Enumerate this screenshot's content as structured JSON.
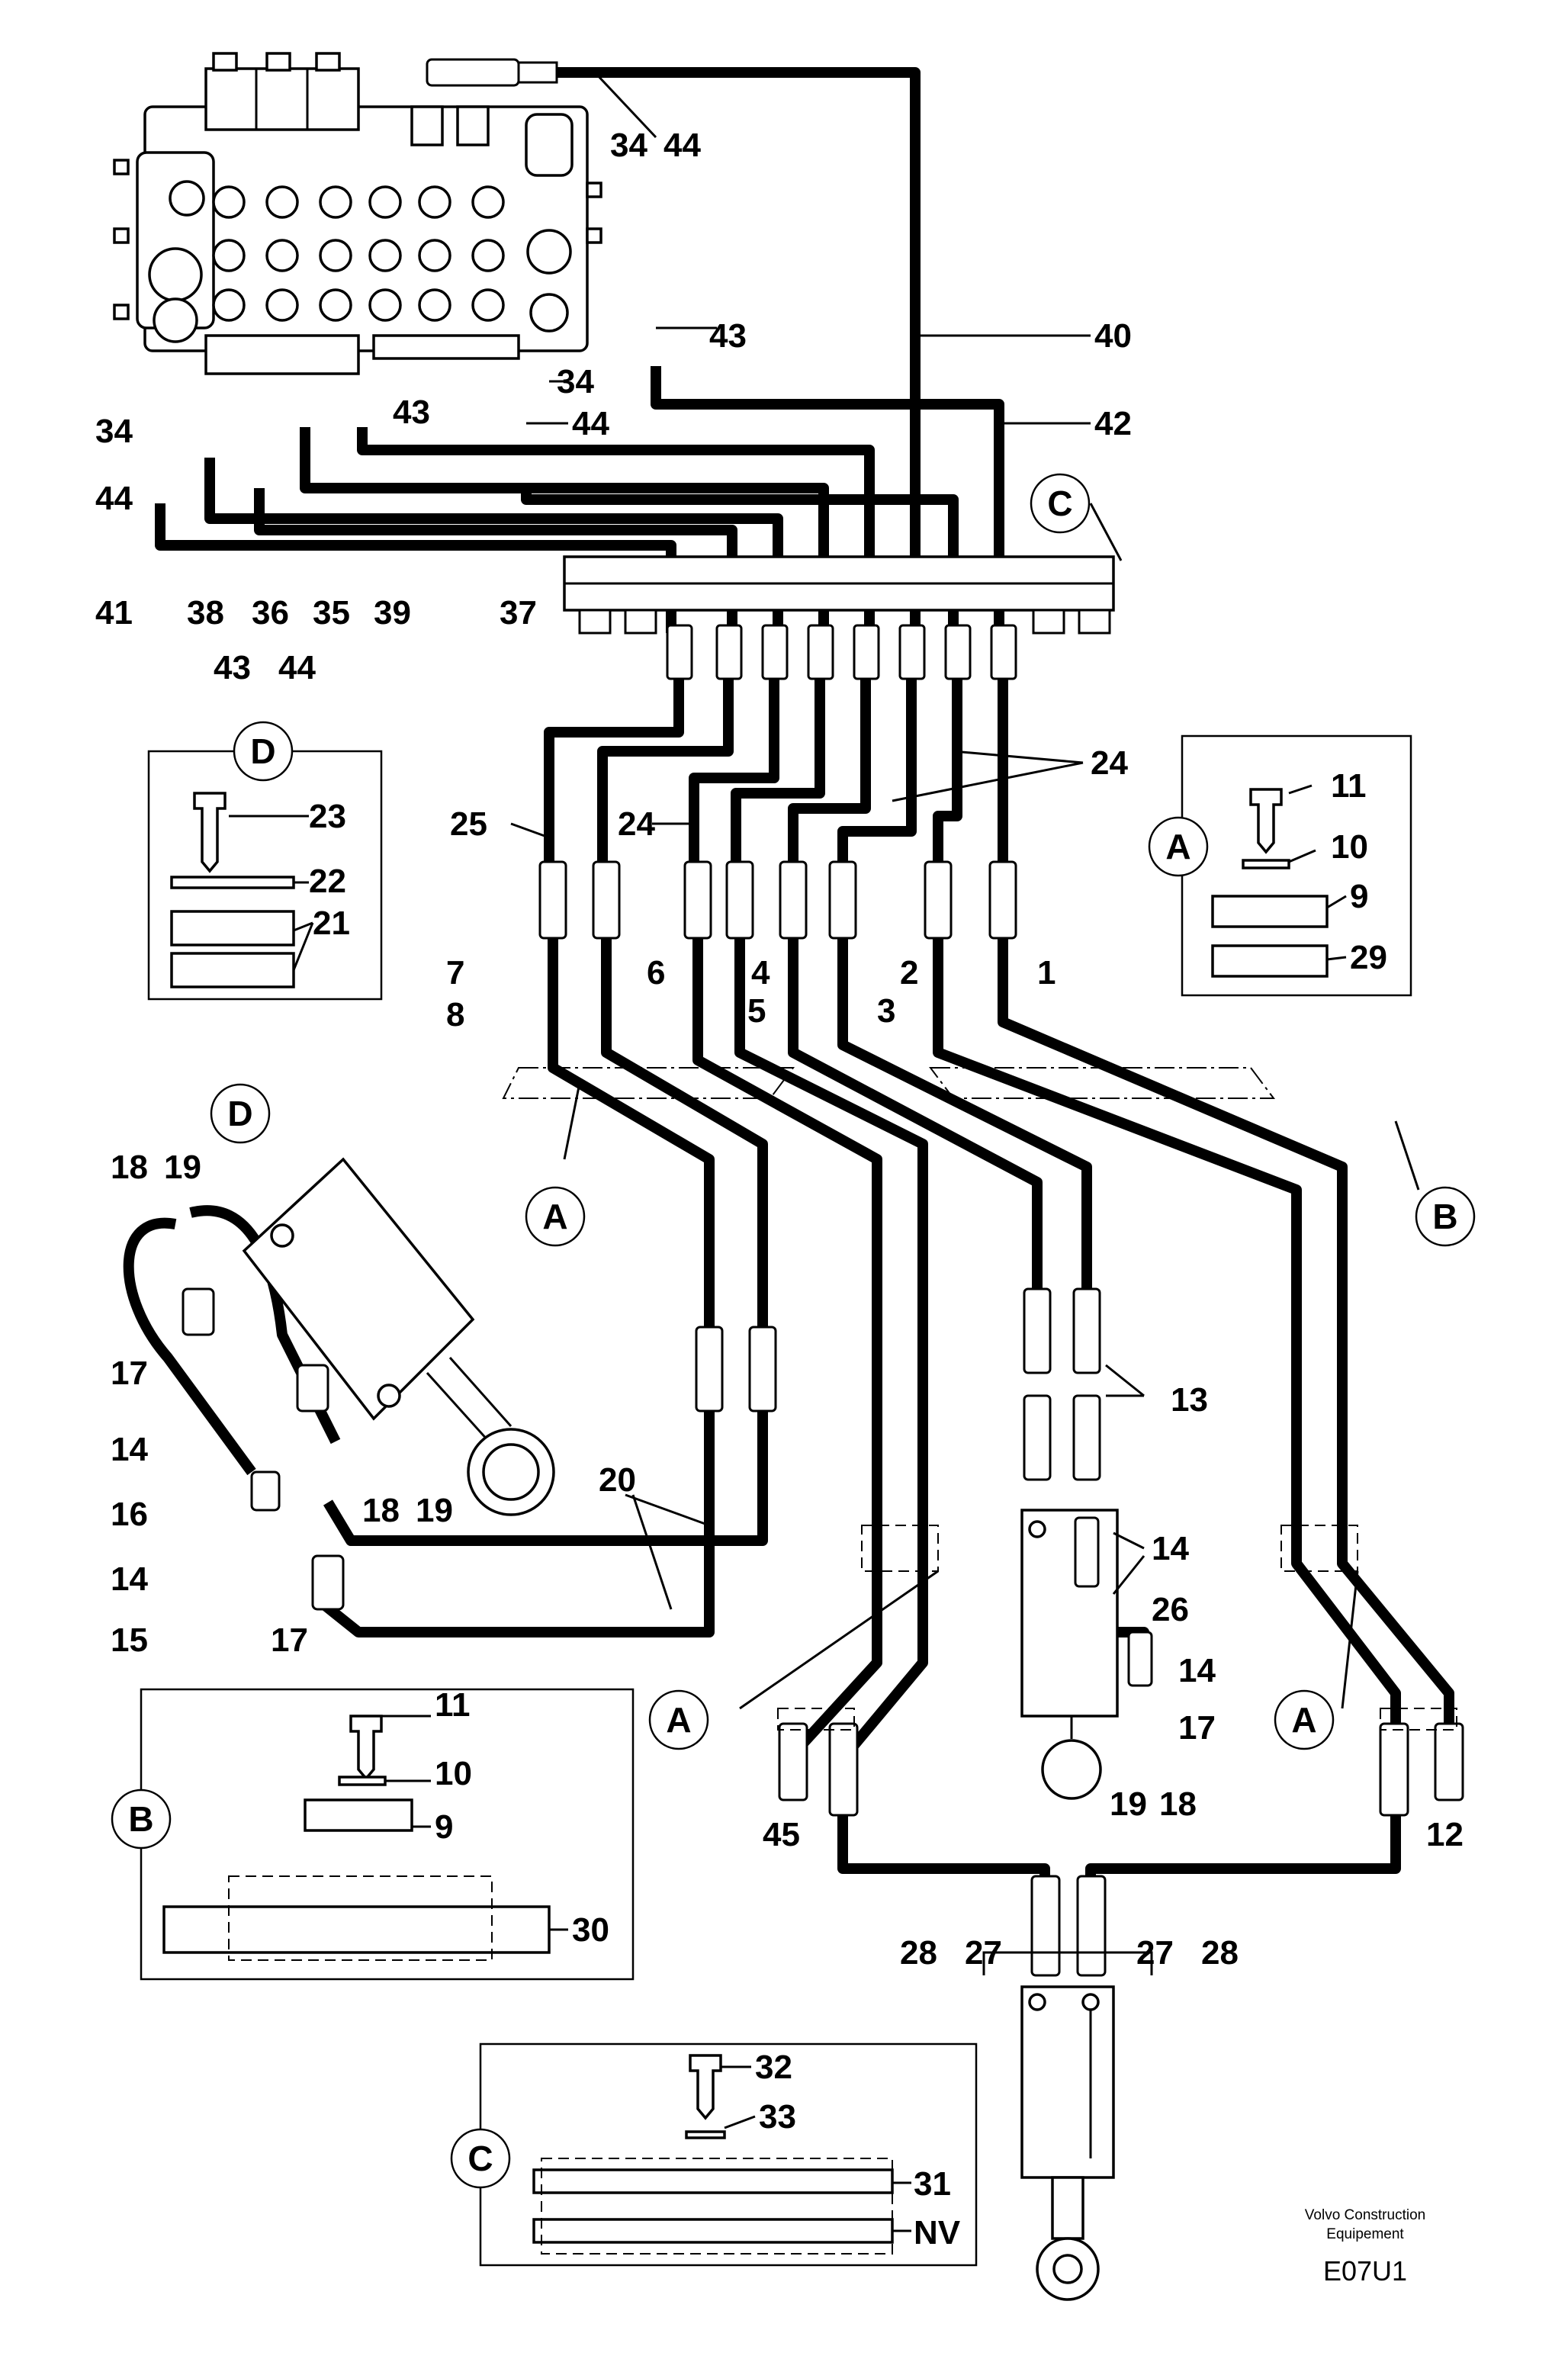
{
  "labels": {
    "l1": "1",
    "l2": "2",
    "l3": "3",
    "l4": "4",
    "l5": "5",
    "l6": "6",
    "l7": "7",
    "l8": "8",
    "l9a": "9",
    "l9b": "9",
    "l10a": "10",
    "l10b": "10",
    "l11a": "11",
    "l11b": "11",
    "l12": "12",
    "l13": "13",
    "l14a": "14",
    "l14b": "14",
    "l14c": "14",
    "l14d": "14",
    "l15": "15",
    "l16": "16",
    "l17a": "17",
    "l17b": "17",
    "l17c": "17",
    "l18a": "18",
    "l18b": "18",
    "l18c": "18",
    "l19a": "19",
    "l19b": "19",
    "l19c": "19",
    "l20": "20",
    "l21": "21",
    "l22": "22",
    "l23": "23",
    "l24a": "24",
    "l24b": "24",
    "l25": "25",
    "l26": "26",
    "l27a": "27",
    "l27b": "27",
    "l28a": "28",
    "l28b": "28",
    "l29": "29",
    "l30": "30",
    "l31": "31",
    "l32": "32",
    "l33": "33",
    "l34a": "34",
    "l34b": "34",
    "l34c": "34",
    "l35": "35",
    "l36": "36",
    "l37": "37",
    "l38": "38",
    "l39": "39",
    "l40": "40",
    "l41": "41",
    "l42": "42",
    "l43a": "43",
    "l43b": "43",
    "l43c": "43",
    "l44a": "44",
    "l44b": "44",
    "l44c": "44",
    "l44d": "44",
    "l45": "45",
    "lNV": "NV"
  },
  "callouts": {
    "A1": "A",
    "A2": "A",
    "A3": "A",
    "A4": "A",
    "B1": "B",
    "B2": "B",
    "C1": "C",
    "C2": "C",
    "D1": "D",
    "D2": "D"
  },
  "footer": {
    "brand_line1": "Volvo Construction",
    "brand_line2": "Equipement",
    "code": "E07U1"
  }
}
